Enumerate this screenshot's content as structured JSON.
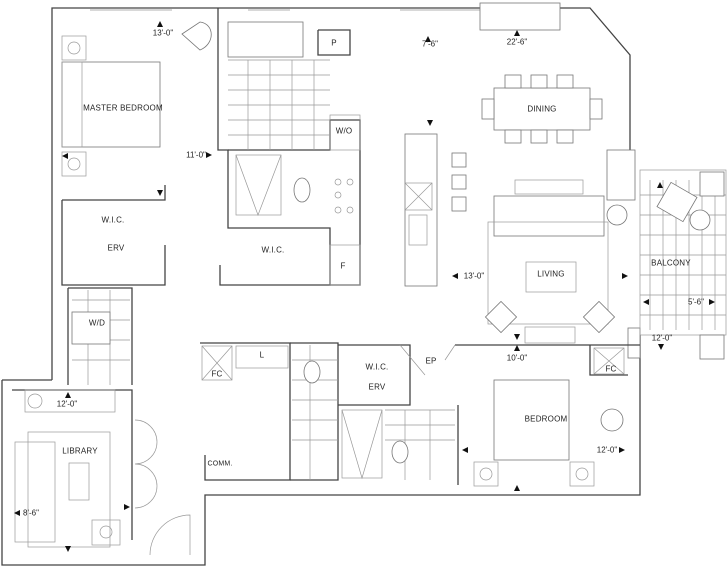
{
  "rooms": {
    "master_bedroom": "MASTER BEDROOM",
    "wic_master": "W.I.C.",
    "erv_master": "ERV",
    "wic_hall": "W.I.C.",
    "pantry": "P",
    "wo": "W/O",
    "fridge": "F",
    "dining": "DINING",
    "living": "LIVING",
    "balcony": "BALCONY",
    "wd": "W/D",
    "fc_hall": "FC",
    "linen": "L",
    "library": "LIBRARY",
    "comm": "COMM.",
    "ep": "EP",
    "wic_bed": "W.I.C.",
    "erv_bed": "ERV",
    "fc_bed": "FC",
    "bedroom": "BEDROOM"
  },
  "dimensions": {
    "master_w": "13'-0\"",
    "master_d": "11'-0\"",
    "dining_d": "7'-6\"",
    "living_len": "22'-6\"",
    "living_w": "13'-0\"",
    "balcony_w": "5'-6\"",
    "balcony_l": "12'-0\"",
    "bedroom_d": "10'-0\"",
    "bedroom_w": "12'-0\"",
    "library_w": "12'-0\"",
    "library_d": "8'-6\""
  }
}
